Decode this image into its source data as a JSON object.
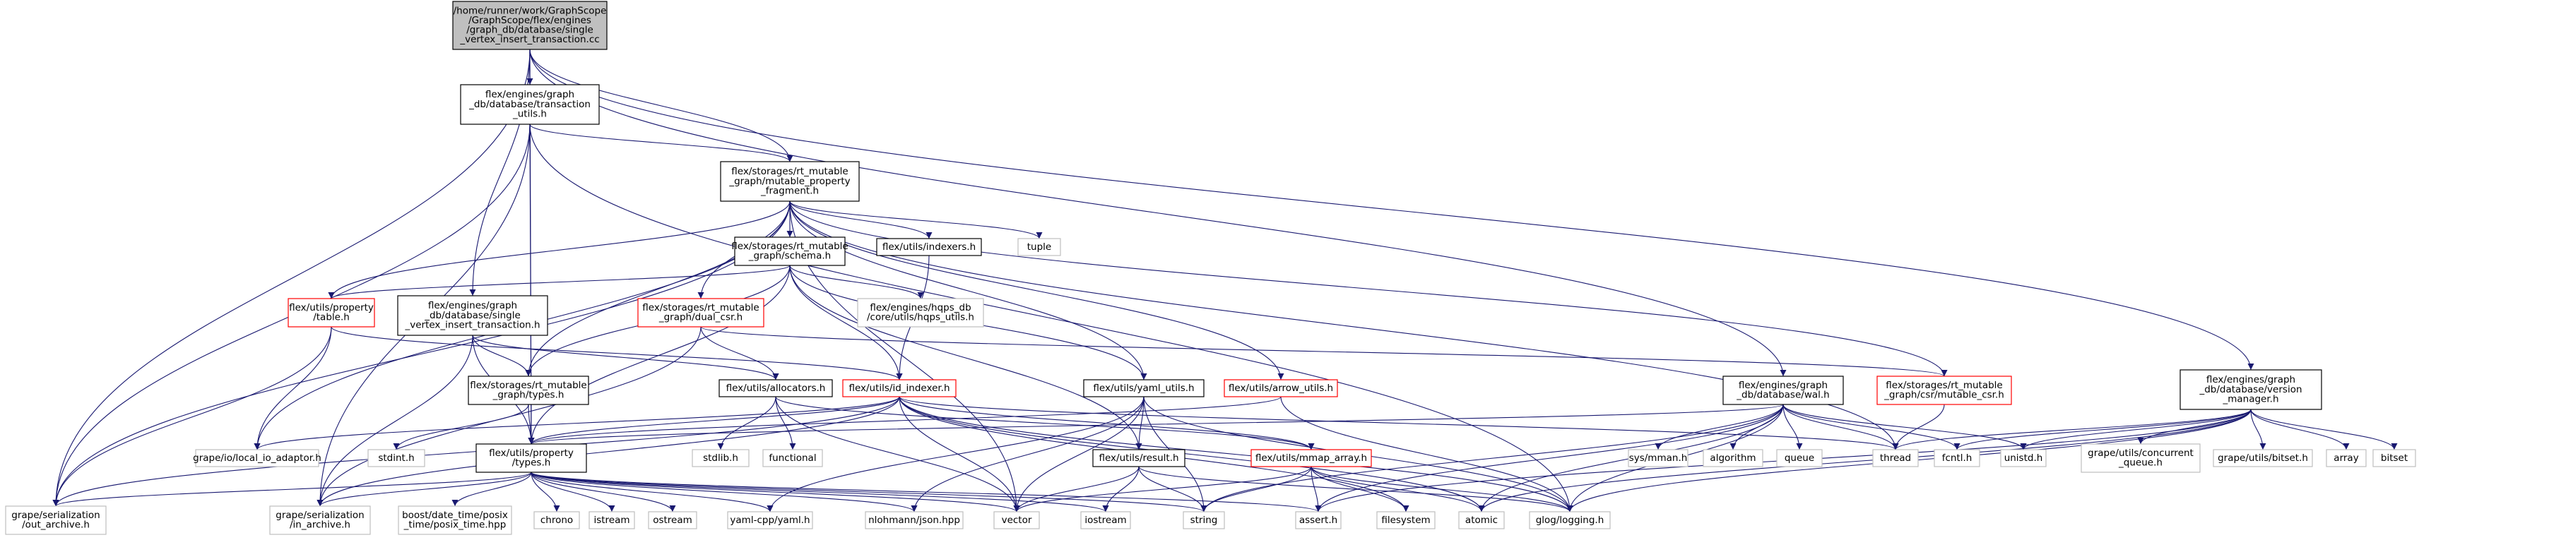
{
  "colors": {
    "edge": "#191970",
    "root_fill": "#bfbfbf",
    "missing_border": "#ff0000",
    "external_border": "#bfbfbf",
    "documented_border": "#000000"
  },
  "nodes": [
    {
      "id": "root",
      "kind": "root",
      "lines": [
        "/home/runner/work/GraphScope",
        "/GraphScope/flex/engines",
        "/graph_db/database/single",
        "_vertex_insert_transaction.cc"
      ]
    },
    {
      "id": "transaction_utils",
      "kind": "doc",
      "lines": [
        "flex/engines/graph",
        "_db/database/transaction",
        "_utils.h"
      ]
    },
    {
      "id": "mutable_property_fragment",
      "kind": "doc",
      "lines": [
        "flex/storages/rt_mutable",
        "_graph/mutable_property",
        "_fragment.h"
      ]
    },
    {
      "id": "schema",
      "kind": "doc",
      "lines": [
        "flex/storages/rt_mutable",
        "_graph/schema.h"
      ]
    },
    {
      "id": "indexers",
      "kind": "doc",
      "lines": [
        "flex/utils/indexers.h"
      ]
    },
    {
      "id": "tuple",
      "kind": "ext",
      "lines": [
        "tuple"
      ]
    },
    {
      "id": "property_table",
      "kind": "red",
      "lines": [
        "flex/utils/property",
        "/table.h"
      ]
    },
    {
      "id": "single_vertex_h",
      "kind": "doc",
      "lines": [
        "flex/engines/graph",
        "_db/database/single",
        "_vertex_insert_transaction.h"
      ]
    },
    {
      "id": "dual_csr",
      "kind": "red",
      "lines": [
        "flex/storages/rt_mutable",
        "_graph/dual_csr.h"
      ]
    },
    {
      "id": "hqps_utils",
      "kind": "ext",
      "lines": [
        "flex/engines/hqps_db",
        "/core/utils/hqps_utils.h"
      ]
    },
    {
      "id": "rt_types",
      "kind": "doc",
      "lines": [
        "flex/storages/rt_mutable",
        "_graph/types.h"
      ]
    },
    {
      "id": "allocators",
      "kind": "doc",
      "lines": [
        "flex/utils/allocators.h"
      ]
    },
    {
      "id": "id_indexer",
      "kind": "red",
      "lines": [
        "flex/utils/id_indexer.h"
      ]
    },
    {
      "id": "yaml_utils",
      "kind": "doc",
      "lines": [
        "flex/utils/yaml_utils.h"
      ]
    },
    {
      "id": "arrow_utils",
      "kind": "red",
      "lines": [
        "flex/utils/arrow_utils.h"
      ]
    },
    {
      "id": "wal",
      "kind": "doc",
      "lines": [
        "flex/engines/graph",
        "_db/database/wal.h"
      ]
    },
    {
      "id": "mutable_csr",
      "kind": "red",
      "lines": [
        "flex/storages/rt_mutable",
        "_graph/csr/mutable_csr.h"
      ]
    },
    {
      "id": "version_manager",
      "kind": "doc",
      "lines": [
        "flex/engines/graph",
        "_db/database/version",
        "_manager.h"
      ]
    },
    {
      "id": "local_io_adaptor",
      "kind": "ext",
      "lines": [
        "grape/io/local_io_adaptor.h"
      ]
    },
    {
      "id": "stdint",
      "kind": "ext",
      "lines": [
        "stdint.h"
      ]
    },
    {
      "id": "property_types",
      "kind": "doc",
      "lines": [
        "flex/utils/property",
        "/types.h"
      ]
    },
    {
      "id": "stdlib",
      "kind": "ext",
      "lines": [
        "stdlib.h"
      ]
    },
    {
      "id": "functional",
      "kind": "ext",
      "lines": [
        "functional"
      ]
    },
    {
      "id": "mmap_array",
      "kind": "red",
      "lines": [
        "flex/utils/mmap_array.h"
      ]
    },
    {
      "id": "result",
      "kind": "doc",
      "lines": [
        "flex/utils/result.h"
      ]
    },
    {
      "id": "sys_mman",
      "kind": "ext",
      "lines": [
        "sys/mman.h"
      ]
    },
    {
      "id": "algorithm",
      "kind": "ext",
      "lines": [
        "algorithm"
      ]
    },
    {
      "id": "queue",
      "kind": "ext",
      "lines": [
        "queue"
      ]
    },
    {
      "id": "thread",
      "kind": "ext",
      "lines": [
        "thread"
      ]
    },
    {
      "id": "fcntl",
      "kind": "ext",
      "lines": [
        "fcntl.h"
      ]
    },
    {
      "id": "unistd",
      "kind": "ext",
      "lines": [
        "unistd.h"
      ]
    },
    {
      "id": "concurrent_queue",
      "kind": "ext",
      "lines": [
        "grape/utils/concurrent",
        "_queue.h"
      ]
    },
    {
      "id": "bitset_h",
      "kind": "ext",
      "lines": [
        "grape/utils/bitset.h"
      ]
    },
    {
      "id": "array",
      "kind": "ext",
      "lines": [
        "array"
      ]
    },
    {
      "id": "bitset",
      "kind": "ext",
      "lines": [
        "bitset"
      ]
    },
    {
      "id": "out_archive",
      "kind": "ext",
      "lines": [
        "grape/serialization",
        "/out_archive.h"
      ]
    },
    {
      "id": "in_archive",
      "kind": "ext",
      "lines": [
        "grape/serialization",
        "/in_archive.h"
      ]
    },
    {
      "id": "posix_time",
      "kind": "ext",
      "lines": [
        "boost/date_time/posix",
        "_time/posix_time.hpp"
      ]
    },
    {
      "id": "chrono",
      "kind": "ext",
      "lines": [
        "chrono"
      ]
    },
    {
      "id": "istream",
      "kind": "ext",
      "lines": [
        "istream"
      ]
    },
    {
      "id": "ostream",
      "kind": "ext",
      "lines": [
        "ostream"
      ]
    },
    {
      "id": "yaml_cpp",
      "kind": "ext",
      "lines": [
        "yaml-cpp/yaml.h"
      ]
    },
    {
      "id": "json",
      "kind": "ext",
      "lines": [
        "nlohmann/json.hpp"
      ]
    },
    {
      "id": "vector",
      "kind": "ext",
      "lines": [
        "vector"
      ]
    },
    {
      "id": "iostream",
      "kind": "ext",
      "lines": [
        "iostream"
      ]
    },
    {
      "id": "string",
      "kind": "ext",
      "lines": [
        "string"
      ]
    },
    {
      "id": "assert",
      "kind": "ext",
      "lines": [
        "assert.h"
      ]
    },
    {
      "id": "filesystem",
      "kind": "ext",
      "lines": [
        "filesystem"
      ]
    },
    {
      "id": "atomic",
      "kind": "ext",
      "lines": [
        "atomic"
      ]
    },
    {
      "id": "glog",
      "kind": "ext",
      "lines": [
        "glog/logging.h"
      ]
    }
  ],
  "edges": [
    [
      "root",
      "transaction_utils"
    ],
    [
      "root",
      "mutable_property_fragment"
    ],
    [
      "root",
      "single_vertex_h"
    ],
    [
      "root",
      "property_types"
    ],
    [
      "root",
      "wal"
    ],
    [
      "root",
      "version_manager"
    ],
    [
      "root",
      "out_archive"
    ],
    [
      "transaction_utils",
      "mutable_property_fragment"
    ],
    [
      "transaction_utils",
      "property_types"
    ],
    [
      "transaction_utils",
      "out_archive"
    ],
    [
      "transaction_utils",
      "in_archive"
    ],
    [
      "transaction_utils",
      "glog"
    ],
    [
      "mutable_property_fragment",
      "schema"
    ],
    [
      "mutable_property_fragment",
      "indexers"
    ],
    [
      "mutable_property_fragment",
      "tuple"
    ],
    [
      "mutable_property_fragment",
      "property_table"
    ],
    [
      "mutable_property_fragment",
      "dual_csr"
    ],
    [
      "mutable_property_fragment",
      "rt_types"
    ],
    [
      "mutable_property_fragment",
      "yaml_utils"
    ],
    [
      "mutable_property_fragment",
      "arrow_utils"
    ],
    [
      "mutable_property_fragment",
      "mutable_csr"
    ],
    [
      "mutable_property_fragment",
      "local_io_adaptor"
    ],
    [
      "mutable_property_fragment",
      "out_archive"
    ],
    [
      "mutable_property_fragment",
      "thread"
    ],
    [
      "mutable_property_fragment",
      "vector"
    ],
    [
      "schema",
      "property_table"
    ],
    [
      "schema",
      "hqps_utils"
    ],
    [
      "schema",
      "rt_types"
    ],
    [
      "schema",
      "id_indexer"
    ],
    [
      "schema",
      "yaml_utils"
    ],
    [
      "schema",
      "property_types"
    ],
    [
      "schema",
      "result"
    ],
    [
      "indexers",
      "id_indexer"
    ],
    [
      "property_table",
      "local_io_adaptor"
    ],
    [
      "property_table",
      "id_indexer"
    ],
    [
      "property_table",
      "out_archive"
    ],
    [
      "single_vertex_h",
      "allocators"
    ],
    [
      "single_vertex_h",
      "rt_types"
    ],
    [
      "single_vertex_h",
      "property_types"
    ],
    [
      "single_vertex_h",
      "in_archive"
    ],
    [
      "dual_csr",
      "allocators"
    ],
    [
      "dual_csr",
      "mutable_csr"
    ],
    [
      "dual_csr",
      "in_archive"
    ],
    [
      "rt_types",
      "stdint"
    ],
    [
      "rt_types",
      "property_types"
    ],
    [
      "allocators",
      "stdlib"
    ],
    [
      "allocators",
      "functional"
    ],
    [
      "allocators",
      "mmap_array"
    ],
    [
      "allocators",
      "vector"
    ],
    [
      "id_indexer",
      "property_types"
    ],
    [
      "id_indexer",
      "mmap_array"
    ],
    [
      "id_indexer",
      "local_io_adaptor"
    ],
    [
      "id_indexer",
      "out_archive"
    ],
    [
      "id_indexer",
      "in_archive"
    ],
    [
      "id_indexer",
      "vector"
    ],
    [
      "id_indexer",
      "atomic"
    ],
    [
      "id_indexer",
      "thread"
    ],
    [
      "id_indexer",
      "glog"
    ],
    [
      "id_indexer",
      "filesystem"
    ],
    [
      "yaml_utils",
      "result"
    ],
    [
      "yaml_utils",
      "yaml_cpp"
    ],
    [
      "yaml_utils",
      "json"
    ],
    [
      "yaml_utils",
      "vector"
    ],
    [
      "yaml_utils",
      "string"
    ],
    [
      "yaml_utils",
      "glog"
    ],
    [
      "arrow_utils",
      "property_types"
    ],
    [
      "arrow_utils",
      "glog"
    ],
    [
      "wal",
      "property_types"
    ],
    [
      "wal",
      "sys_mman"
    ],
    [
      "wal",
      "algorithm"
    ],
    [
      "wal",
      "queue"
    ],
    [
      "wal",
      "thread"
    ],
    [
      "wal",
      "fcntl"
    ],
    [
      "wal",
      "unistd"
    ],
    [
      "wal",
      "string"
    ],
    [
      "wal",
      "assert"
    ],
    [
      "wal",
      "glog"
    ],
    [
      "wal",
      "atomic"
    ],
    [
      "mutable_csr",
      "thread"
    ],
    [
      "version_manager",
      "thread"
    ],
    [
      "version_manager",
      "fcntl"
    ],
    [
      "version_manager",
      "unistd"
    ],
    [
      "version_manager",
      "concurrent_queue"
    ],
    [
      "version_manager",
      "bitset_h"
    ],
    [
      "version_manager",
      "array"
    ],
    [
      "version_manager",
      "bitset"
    ],
    [
      "version_manager",
      "assert"
    ],
    [
      "version_manager",
      "atomic"
    ],
    [
      "version_manager",
      "glog"
    ],
    [
      "property_types",
      "out_archive"
    ],
    [
      "property_types",
      "in_archive"
    ],
    [
      "property_types",
      "posix_time"
    ],
    [
      "property_types",
      "chrono"
    ],
    [
      "property_types",
      "istream"
    ],
    [
      "property_types",
      "ostream"
    ],
    [
      "property_types",
      "yaml_cpp"
    ],
    [
      "property_types",
      "json"
    ],
    [
      "property_types",
      "vector"
    ],
    [
      "property_types",
      "iostream"
    ],
    [
      "property_types",
      "string"
    ],
    [
      "property_types",
      "assert"
    ],
    [
      "mmap_array",
      "assert"
    ],
    [
      "mmap_array",
      "filesystem"
    ],
    [
      "mmap_array",
      "atomic"
    ],
    [
      "mmap_array",
      "string"
    ],
    [
      "mmap_array",
      "glog"
    ],
    [
      "mmap_array",
      "vector"
    ],
    [
      "result",
      "vector"
    ],
    [
      "result",
      "iostream"
    ],
    [
      "result",
      "string"
    ],
    [
      "result",
      "glog"
    ]
  ]
}
